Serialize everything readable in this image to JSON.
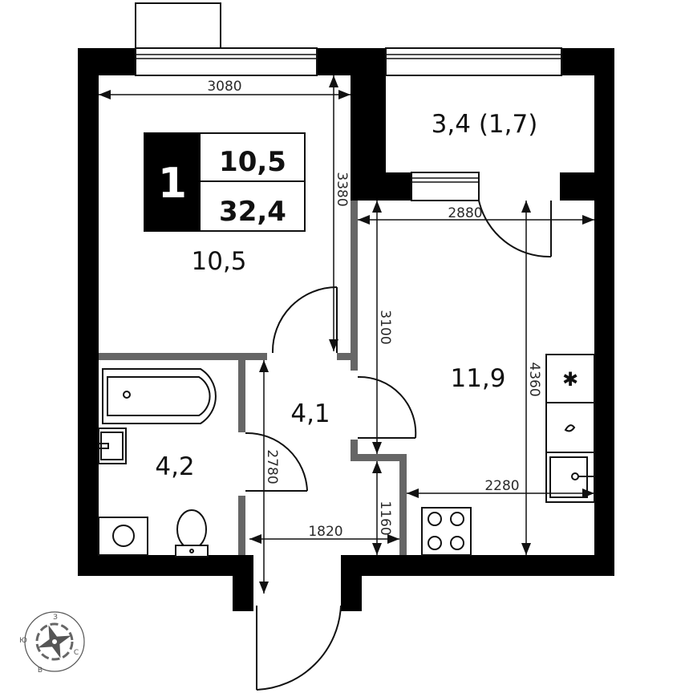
{
  "plan": {
    "rooms_count": "1",
    "living_area": "10,5",
    "total_area": "32,4",
    "colors": {
      "wall": "#000000",
      "partition": "#666666",
      "line": "#111111",
      "compass": "#555555"
    }
  },
  "rooms": {
    "bedroom": {
      "area": "10,5"
    },
    "balcony": {
      "area": "3,4 (1,7)"
    },
    "kitchen": {
      "area": "11,9"
    },
    "hallway": {
      "area": "4,1"
    },
    "bathroom": {
      "area": "4,2"
    }
  },
  "dimensions": {
    "bedroom_width": "3080",
    "bedroom_depth": "3380",
    "kitchen_width": "2880",
    "kitchen_depth_upper": "3100",
    "kitchen_depth_total": "4360",
    "kitchen_counter": "2280",
    "bath_depth": "2780",
    "hall_width": "1820",
    "hall_depth_lower": "1160"
  },
  "compass": {
    "north": "С",
    "south": "Ю",
    "west": "З",
    "east": "В"
  },
  "appliances": {
    "fridge_icon": "snowflake-icon",
    "dishwasher_icon": "drop-icon",
    "washer_icon": "washing-machine-icon",
    "stove_icon": "cooktop-icon"
  }
}
